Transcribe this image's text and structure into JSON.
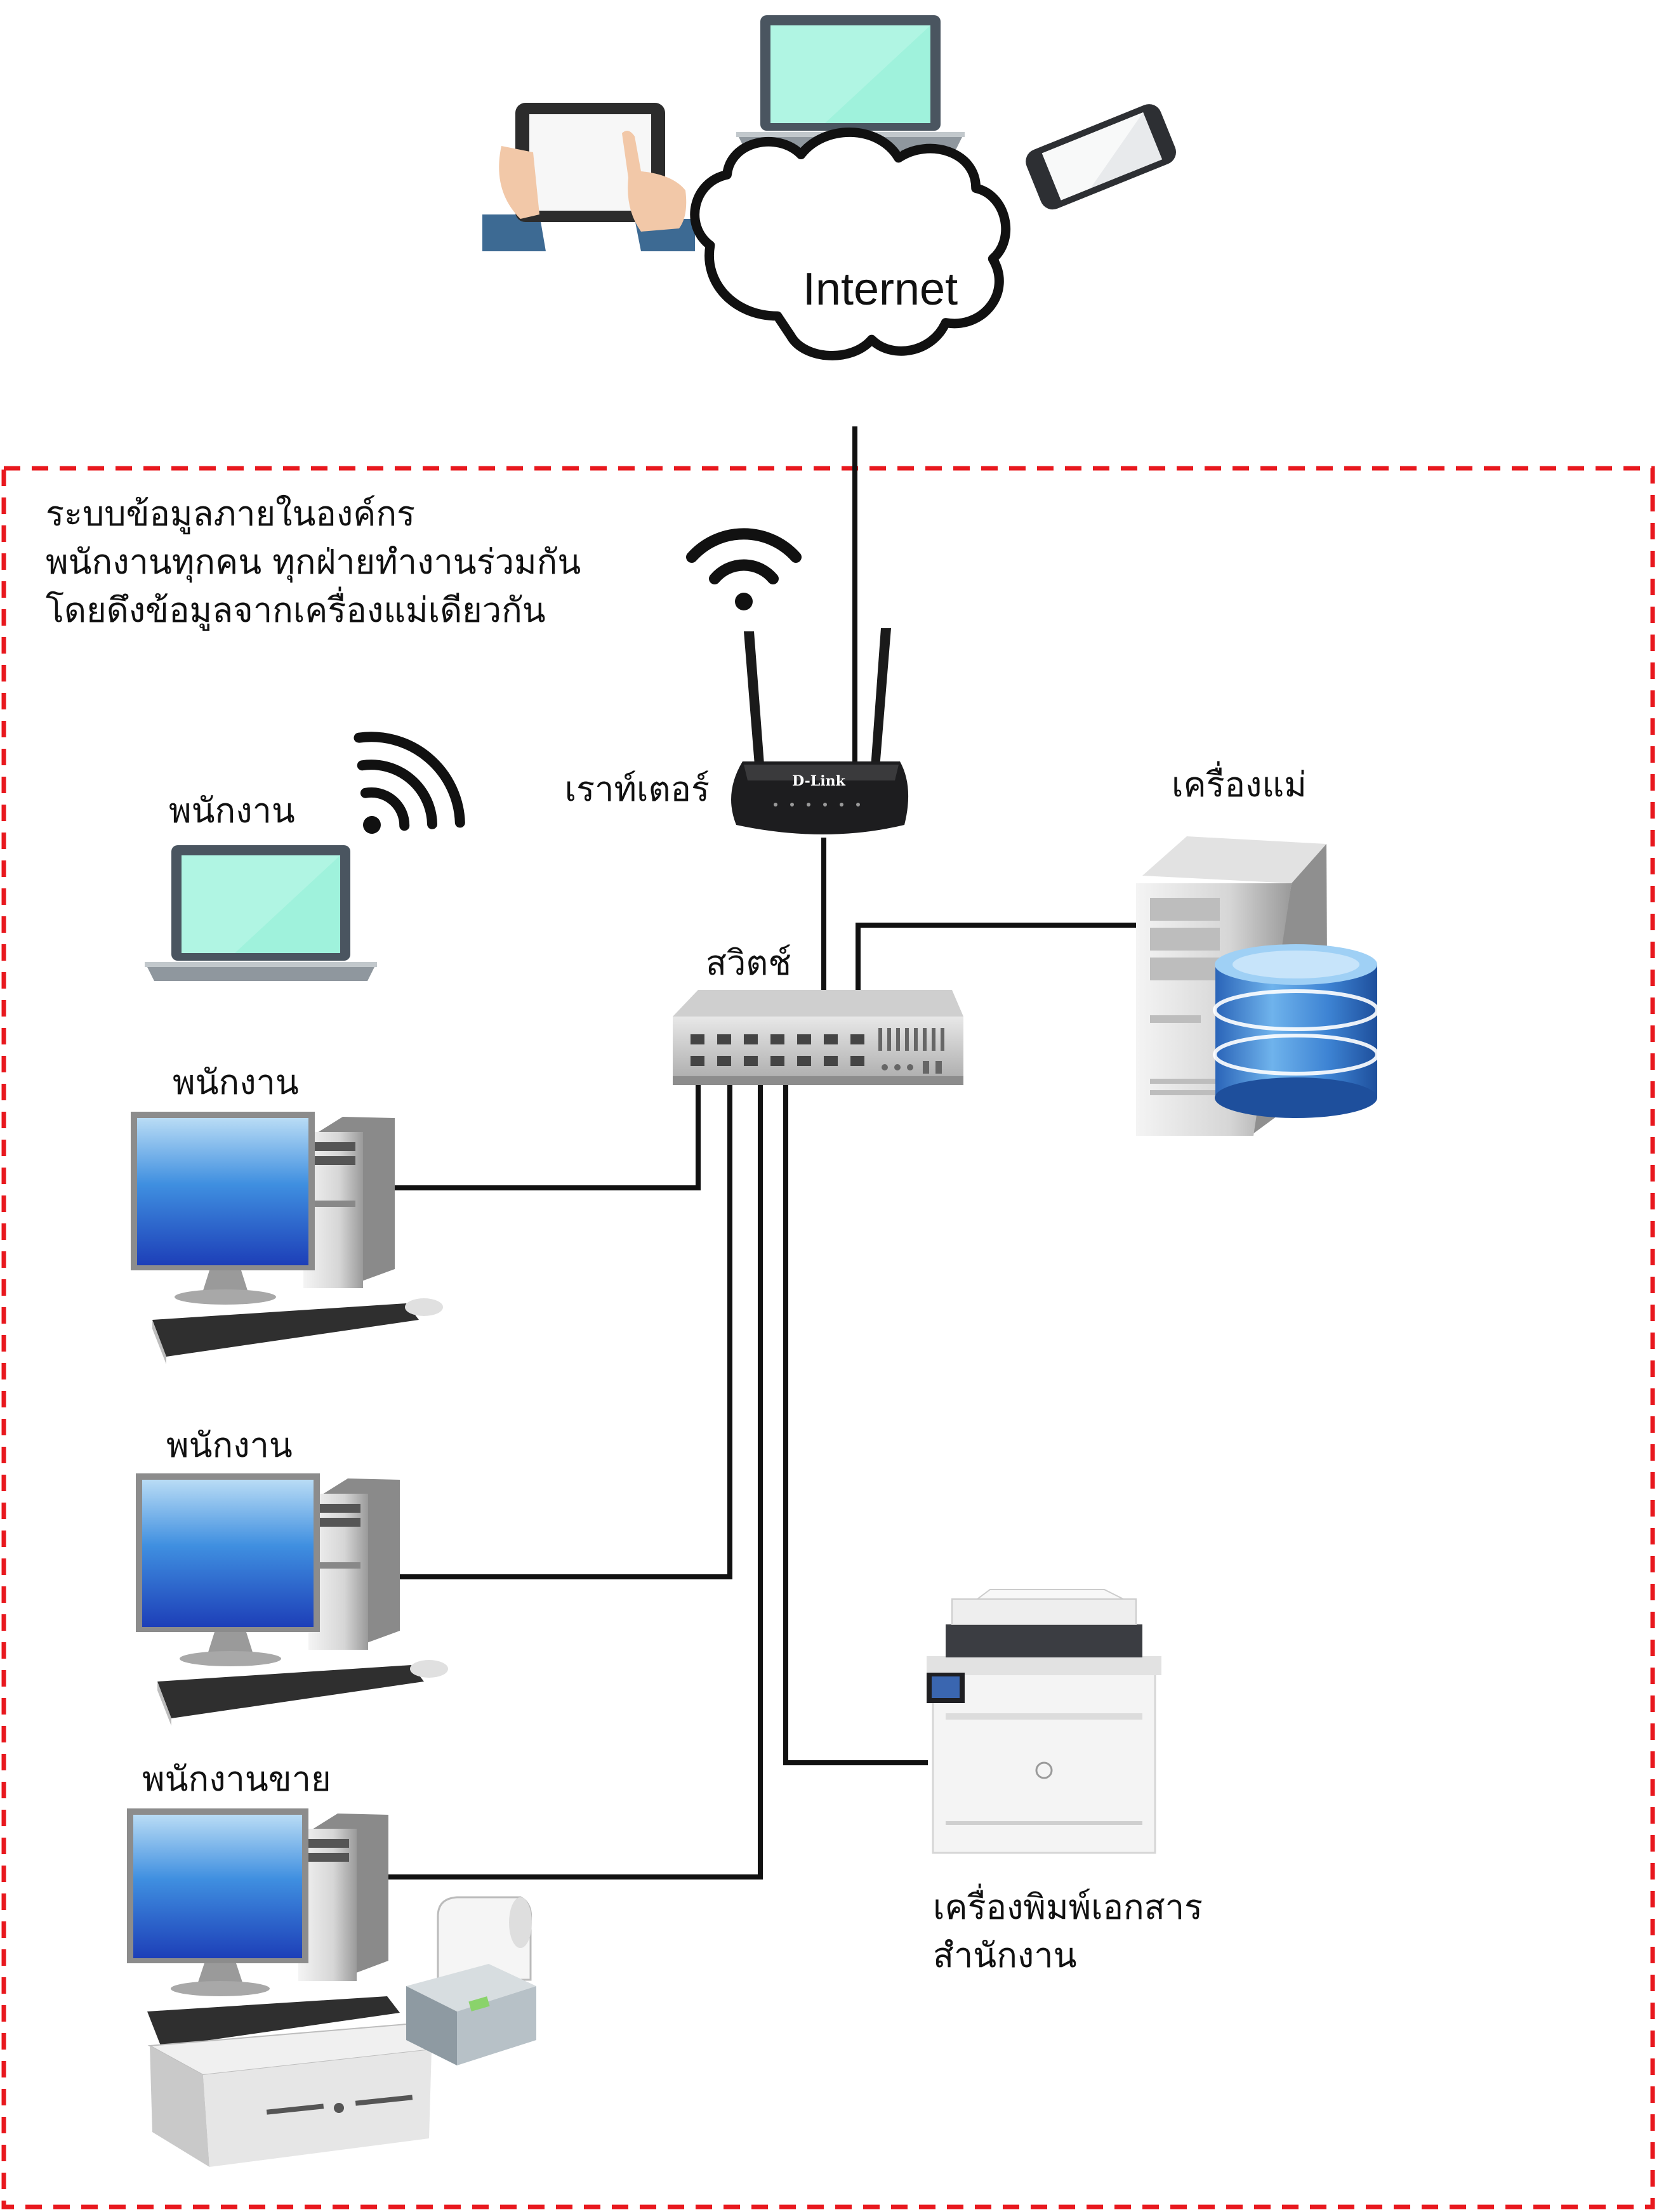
{
  "cloud": {
    "label": "Internet"
  },
  "network_boundary": {
    "description_lines": [
      "ระบบข้อมูลภายในองค์กร",
      "พนักงานทุกคน ทุกฝ่ายทำงานร่วมกัน",
      "โดยดึงข้อมูลจากเครื่องแม่เดียวกัน"
    ],
    "border_color": "#e8181e"
  },
  "router": {
    "label": "เราท์เตอร์",
    "brand": "D-Link"
  },
  "switch": {
    "label": "สวิตช์"
  },
  "server": {
    "label": "เครื่องแม่"
  },
  "workstations": {
    "wifi_laptop": "พนักงาน",
    "desktop_1": "พนักงาน",
    "desktop_2": "พนักงาน",
    "pos_terminal": "พนักงานขาย"
  },
  "printer": {
    "label_line1": "เครื่องพิมพ์เอกสาร",
    "label_line2": "สำนักงาน"
  },
  "icons": [
    "tablet-icon",
    "laptop-icon",
    "smartphone-icon",
    "cloud-icon",
    "wifi-icon",
    "router-icon",
    "switch-icon",
    "server-icon",
    "database-icon",
    "desktop-computer-icon",
    "printer-icon",
    "receipt-printer-icon",
    "cash-drawer-icon"
  ]
}
